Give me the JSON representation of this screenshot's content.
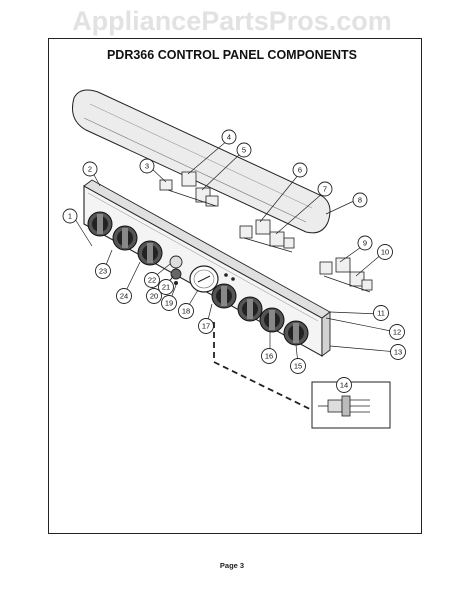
{
  "watermark": "AppliancePartsPros.com",
  "title": "PDR366 CONTROL PANEL COMPONENTS",
  "page_label": "Page 3",
  "callouts": [
    {
      "num": "1"
    },
    {
      "num": "2"
    },
    {
      "num": "3"
    },
    {
      "num": "4"
    },
    {
      "num": "5"
    },
    {
      "num": "6"
    },
    {
      "num": "7"
    },
    {
      "num": "8"
    },
    {
      "num": "9"
    },
    {
      "num": "10"
    },
    {
      "num": "11"
    },
    {
      "num": "12"
    },
    {
      "num": "13"
    },
    {
      "num": "14"
    },
    {
      "num": "15"
    },
    {
      "num": "16"
    },
    {
      "num": "17"
    },
    {
      "num": "18"
    },
    {
      "num": "19"
    },
    {
      "num": "20"
    },
    {
      "num": "21"
    },
    {
      "num": "22"
    },
    {
      "num": "23"
    },
    {
      "num": "24"
    }
  ]
}
